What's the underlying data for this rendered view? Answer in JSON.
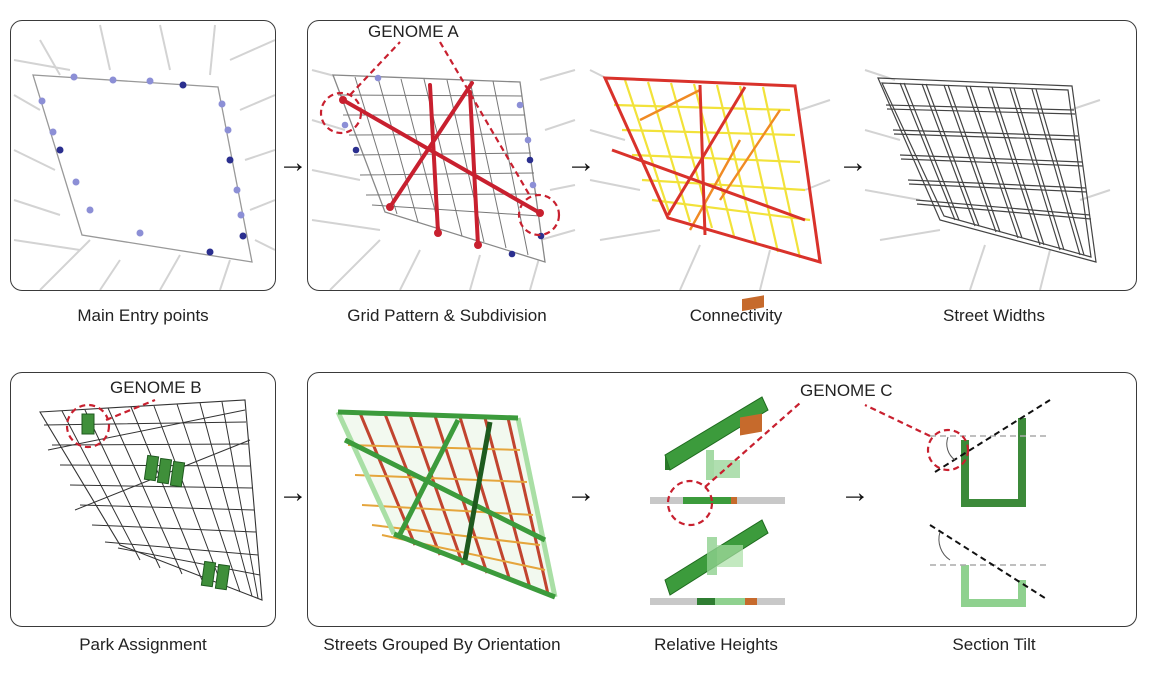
{
  "captions": {
    "entry": "Main Entry points",
    "grid": "Grid Pattern & Subdivision",
    "connectivity": "Connectivity",
    "widths": "Street Widths",
    "park": "Park Assignment",
    "orientation": "Streets Grouped By Orientation",
    "heights": "Relative Heights",
    "tilt": "Section Tilt"
  },
  "genomes": {
    "a": "GENOME A",
    "b": "GENOME B",
    "c": "GENOME C"
  },
  "arrow_glyph": "→",
  "colors": {
    "genome_red": "#c8202f",
    "light_street": "#cfcfcf",
    "entry_dark": "#2b2f8f",
    "entry_light": "#8c8fd6",
    "green_dark": "#2f7d32",
    "green_mid": "#4caf50",
    "green_light": "#8fd18f",
    "brown": "#b8582a",
    "yellow": "#f2e23a",
    "orange": "#f08a24"
  }
}
